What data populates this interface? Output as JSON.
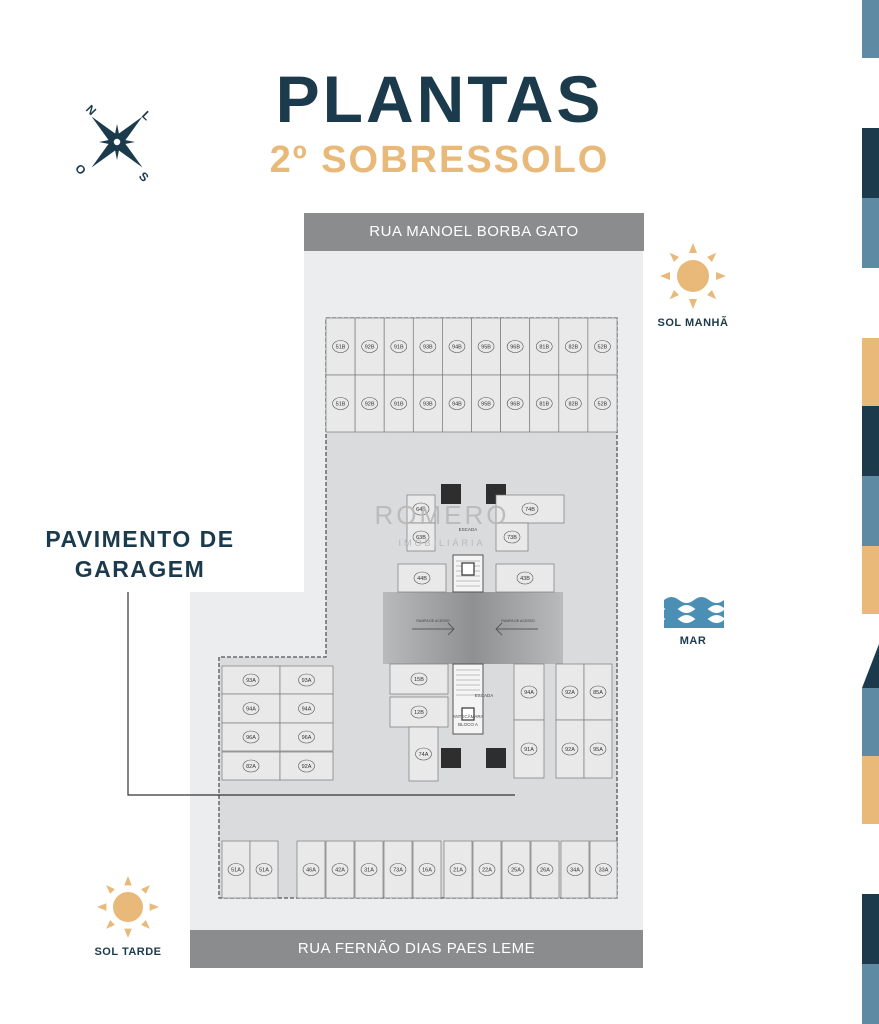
{
  "header": {
    "title": "PLANTAS",
    "subtitle": "2º SOBRESSOLO"
  },
  "compass": {
    "n": "N",
    "l": "L",
    "s": "S",
    "o": "O"
  },
  "streets": {
    "top": "RUA MANOEL BORBA GATO",
    "bottom": "RUA FERNÃO DIAS PAES LEME"
  },
  "labels": {
    "sol_manha": "SOL MANHÃ",
    "sol_tarde": "SOL TARDE",
    "mar": "MAR",
    "pavimento_l1": "PAVIMENTO DE",
    "pavimento_l2": "GARAGEM"
  },
  "watermark": {
    "brand": "ROMERO",
    "sub": "IMOBILIÁRIA"
  },
  "plan": {
    "ramp_left": "RAMPA DE ACESSO",
    "ramp_right": "RAMPA DE ACESSO",
    "stair_top": "ESCADA",
    "stair_bottom": "ESCADA",
    "elevator_bottom": "ANTECÂMARA",
    "block_bottom": "BLOCO A"
  },
  "spots": {
    "top_row_1": [
      "51B",
      "92B",
      "91B",
      "93B",
      "94B",
      "95B",
      "96B",
      "81B",
      "82B",
      "52B"
    ],
    "top_row_2": [
      "51B",
      "92B",
      "91B",
      "93B",
      "94B",
      "95B",
      "96B",
      "81B",
      "82B",
      "52B"
    ],
    "left_col_a": [
      "93A",
      "94A",
      "96A",
      "82A"
    ],
    "left_col_b": [
      "93A",
      "94A",
      "96A",
      "92A"
    ],
    "center_top": [
      "64B",
      "63B",
      "44B"
    ],
    "center_top_right": [
      "74B",
      "73B",
      "43B"
    ],
    "center_bottom": [
      "15B",
      "12B",
      "74A"
    ],
    "right_col_1": [
      "94A",
      "91A"
    ],
    "right_col_2": [
      "92A",
      "92A"
    ],
    "right_col_3": [
      "85A",
      "95A"
    ],
    "bottom_row": [
      "51A",
      "51A",
      "46A",
      "42A",
      "31A",
      "73A",
      "16A",
      "21A",
      "22A",
      "25A",
      "26A",
      "34A",
      "33A"
    ]
  },
  "colors": {
    "navy": "#1b3a4b",
    "gold": "#e8b978",
    "street": "#8a8c8e",
    "lot": "#dadbdc",
    "spot": "#e9e9ea",
    "water": "#4c8fb5"
  }
}
